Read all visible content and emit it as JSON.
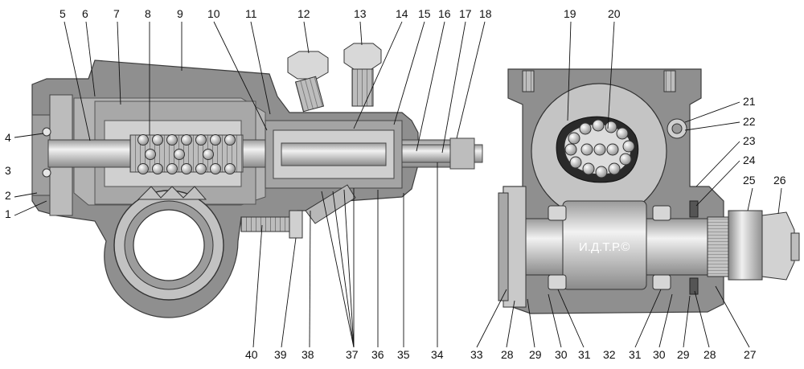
{
  "watermark": "И.Д.Т.Р.©",
  "labels": [
    {
      "id": "1",
      "text": "1"
    },
    {
      "id": "2",
      "text": "2"
    },
    {
      "id": "3",
      "text": "3"
    },
    {
      "id": "4",
      "text": "4"
    },
    {
      "id": "5",
      "text": "5"
    },
    {
      "id": "6",
      "text": "6"
    },
    {
      "id": "7",
      "text": "7"
    },
    {
      "id": "8",
      "text": "8"
    },
    {
      "id": "9",
      "text": "9"
    },
    {
      "id": "10",
      "text": "10"
    },
    {
      "id": "11",
      "text": "11"
    },
    {
      "id": "12",
      "text": "12"
    },
    {
      "id": "13",
      "text": "13"
    },
    {
      "id": "14",
      "text": "14"
    },
    {
      "id": "15",
      "text": "15"
    },
    {
      "id": "16",
      "text": "16"
    },
    {
      "id": "17",
      "text": "17"
    },
    {
      "id": "18",
      "text": "18"
    },
    {
      "id": "19",
      "text": "19"
    },
    {
      "id": "20",
      "text": "20"
    },
    {
      "id": "21",
      "text": "21"
    },
    {
      "id": "22",
      "text": "22"
    },
    {
      "id": "23",
      "text": "23"
    },
    {
      "id": "24",
      "text": "24"
    },
    {
      "id": "25",
      "text": "25"
    },
    {
      "id": "26",
      "text": "26"
    },
    {
      "id": "27",
      "text": "27"
    },
    {
      "id": "28",
      "text": "28"
    },
    {
      "id": "29",
      "text": "29"
    },
    {
      "id": "30",
      "text": "30"
    },
    {
      "id": "31",
      "text": "31"
    },
    {
      "id": "32",
      "text": "32"
    },
    {
      "id": "33",
      "text": "33"
    },
    {
      "id": "34",
      "text": "34"
    },
    {
      "id": "35",
      "text": "35"
    },
    {
      "id": "36",
      "text": "36"
    },
    {
      "id": "37",
      "text": "37"
    },
    {
      "id": "38",
      "text": "38"
    },
    {
      "id": "39",
      "text": "39"
    },
    {
      "id": "40",
      "text": "40"
    }
  ],
  "colors": {
    "housing": "#8f8f8f",
    "housing_dark": "#6e6e6e",
    "metal": "#d4d4d4",
    "metal_light": "#ececec",
    "shaft": "#c8c8c8",
    "ink": "#111111"
  }
}
